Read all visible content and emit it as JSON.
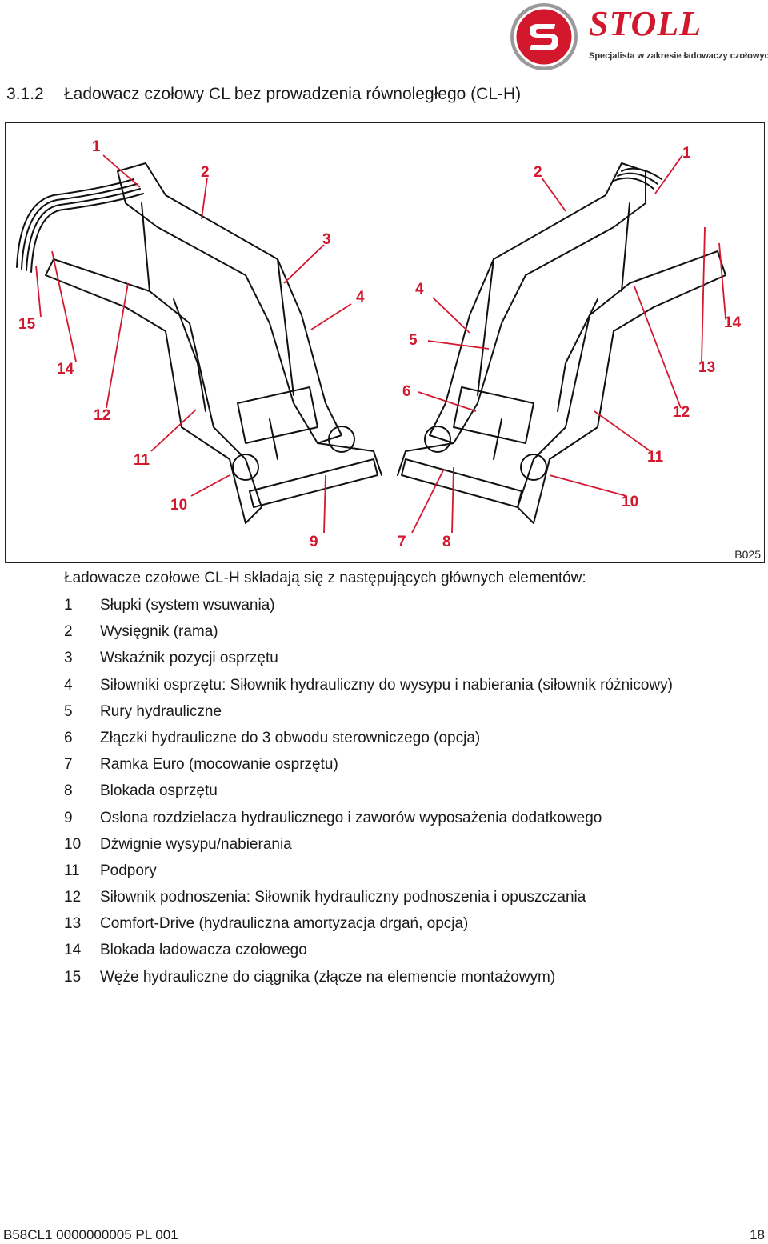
{
  "header": {
    "brand_name": "STOLL",
    "tagline": "Specjalista w zakresie ładowaczy czołowych.",
    "colors": {
      "brand_red": "#d3172d",
      "logo_grey": "#8a8a8a"
    }
  },
  "section": {
    "number": "3.1.2",
    "title": "Ładowacz czołowy CL bez prowadzenia równoległego (CL-H)"
  },
  "figure": {
    "code": "B025",
    "callouts": [
      "1",
      "2",
      "3",
      "4",
      "15",
      "14",
      "12",
      "11",
      "10",
      "9",
      "7",
      "8",
      "4",
      "5",
      "6",
      "2",
      "1",
      "14",
      "13",
      "12",
      "11",
      "10"
    ]
  },
  "legend": {
    "intro": "Ładowacze czołowe CL-H składają się z następujących głównych elementów:",
    "items": [
      {
        "num": "1",
        "text": "Słupki (system wsuwania)"
      },
      {
        "num": "2",
        "text": "Wysięgnik (rama)"
      },
      {
        "num": "3",
        "text": "Wskaźnik pozycji osprzętu"
      },
      {
        "num": "4",
        "text": "Siłowniki osprzętu: Siłownik hydrauliczny do wysypu i nabierania (siłownik różnicowy)"
      },
      {
        "num": "5",
        "text": "Rury hydrauliczne"
      },
      {
        "num": "6",
        "text": "Złączki hydrauliczne do 3 obwodu sterowniczego (opcja)"
      },
      {
        "num": "7",
        "text": "Ramka Euro (mocowanie osprzętu)"
      },
      {
        "num": "8",
        "text": "Blokada osprzętu"
      },
      {
        "num": "9",
        "text": "Osłona rozdzielacza hydraulicznego i zaworów wyposażenia dodatkowego"
      },
      {
        "num": "10",
        "text": "Dźwignie wysypu/nabierania"
      },
      {
        "num": "11",
        "text": "Podpory"
      },
      {
        "num": "12",
        "text": "Siłownik podnoszenia: Siłownik hydrauliczny podnoszenia i opuszczania"
      },
      {
        "num": "13",
        "text": "Comfort-Drive (hydrauliczna amortyzacja drgań, opcja)"
      },
      {
        "num": "14",
        "text": "Blokada ładowacza czołowego"
      },
      {
        "num": "15",
        "text": "Węże hydrauliczne do ciągnika (złącze na elemencie montażowym)"
      }
    ]
  },
  "footer": {
    "doc_code": "B58CL1 0000000005 PL 001",
    "page_number": "18"
  }
}
